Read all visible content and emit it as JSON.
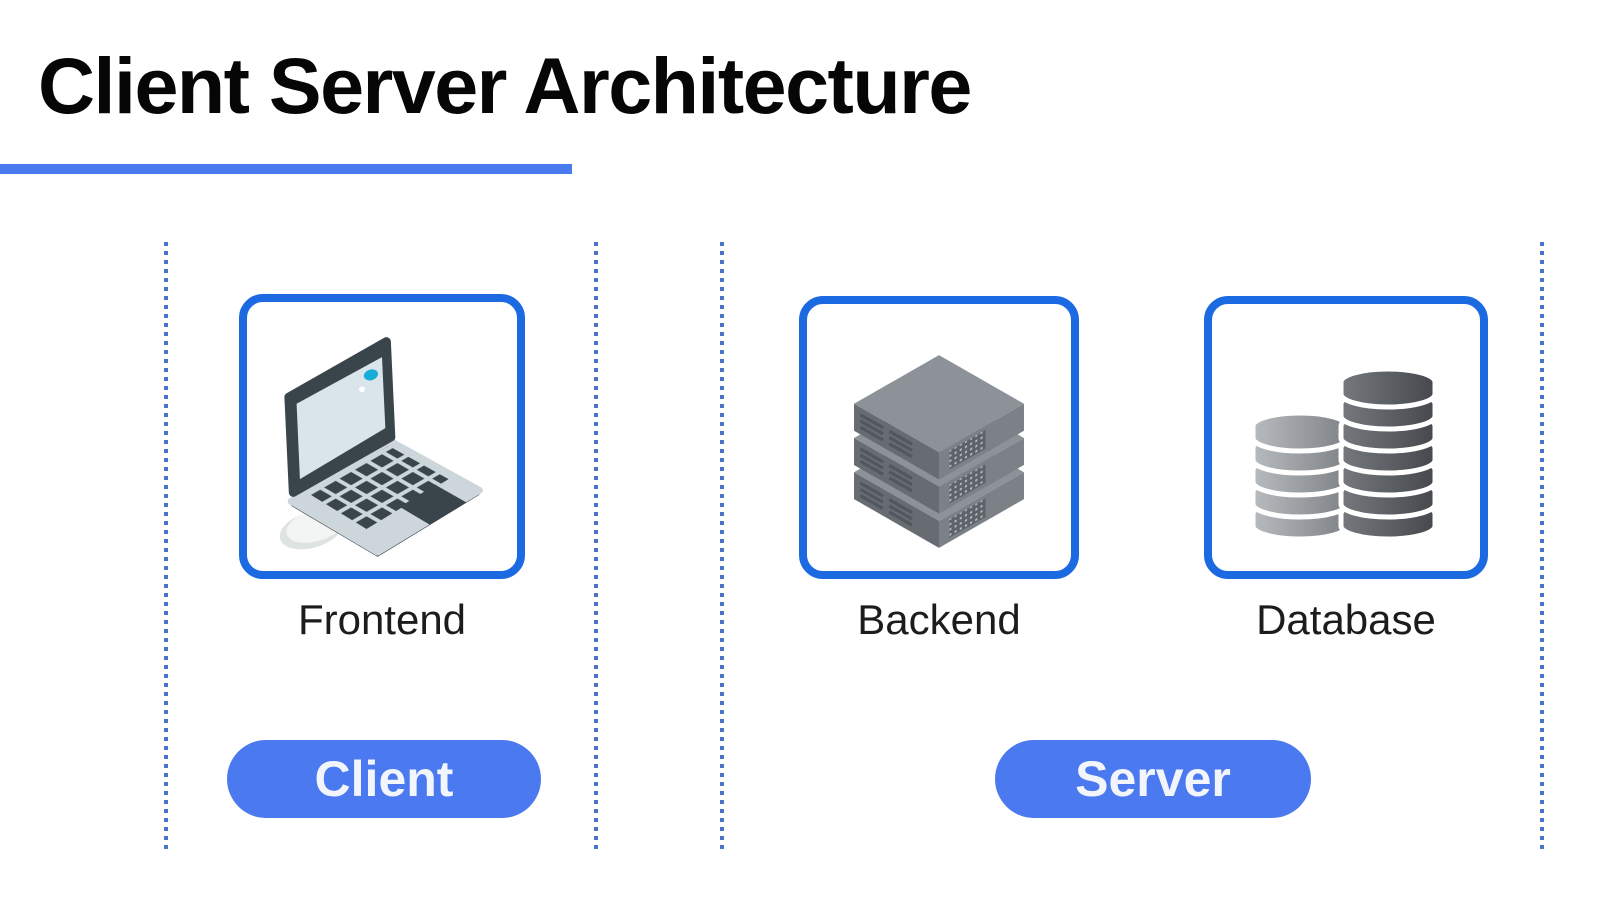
{
  "header": {
    "title": "Client Server Architecture"
  },
  "zones": {
    "client": {
      "badge": "Client",
      "nodes": [
        {
          "label": "Frontend",
          "icon": "laptop-icon"
        }
      ]
    },
    "server": {
      "badge": "Server",
      "nodes": [
        {
          "label": "Backend",
          "icon": "server-stack-icon"
        },
        {
          "label": "Database",
          "icon": "database-icon"
        }
      ]
    }
  },
  "colors": {
    "node_border_blue": "#1c6ae2",
    "badge_blue": "#4a79f0",
    "title_underline_blue": "#4a7bee",
    "divider_dot_blue": "#4a73cb",
    "title_text": "#060606",
    "label_text": "#1c1c1e",
    "badge_text": "#f2f5fc",
    "laptop_dark": "#3a444b",
    "laptop_screen": "#d9e4eb",
    "laptop_cam_cyan": "#17add8",
    "server_gray_top": "#8c9298",
    "database_gray_light": "#b7bbbe",
    "database_gray_dark": "#45484c"
  }
}
